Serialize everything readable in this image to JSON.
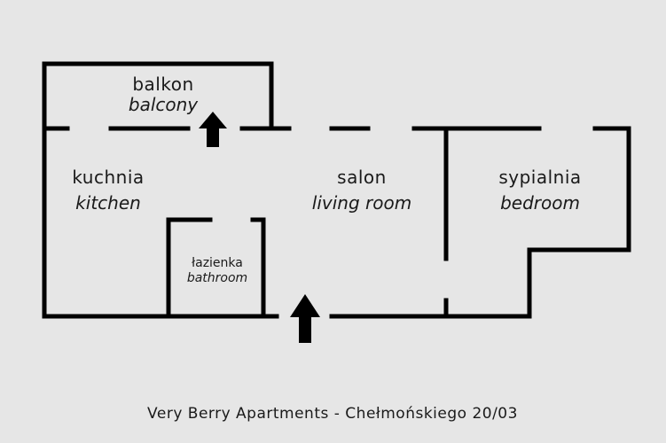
{
  "rooms": {
    "balcony": {
      "pl": "balkon",
      "en": "balcony"
    },
    "kitchen": {
      "pl": "kuchnia",
      "en": "kitchen"
    },
    "living_room": {
      "pl": "salon",
      "en": "living room"
    },
    "bedroom": {
      "pl": "sypialnia",
      "en": "bedroom"
    },
    "bathroom": {
      "pl": "łazienka",
      "en": "bathroom"
    }
  },
  "footer": "Very Berry Apartments - Chełmońskiego 20/03",
  "colors": {
    "background": "#e6e6e6",
    "walls": "#000000"
  }
}
